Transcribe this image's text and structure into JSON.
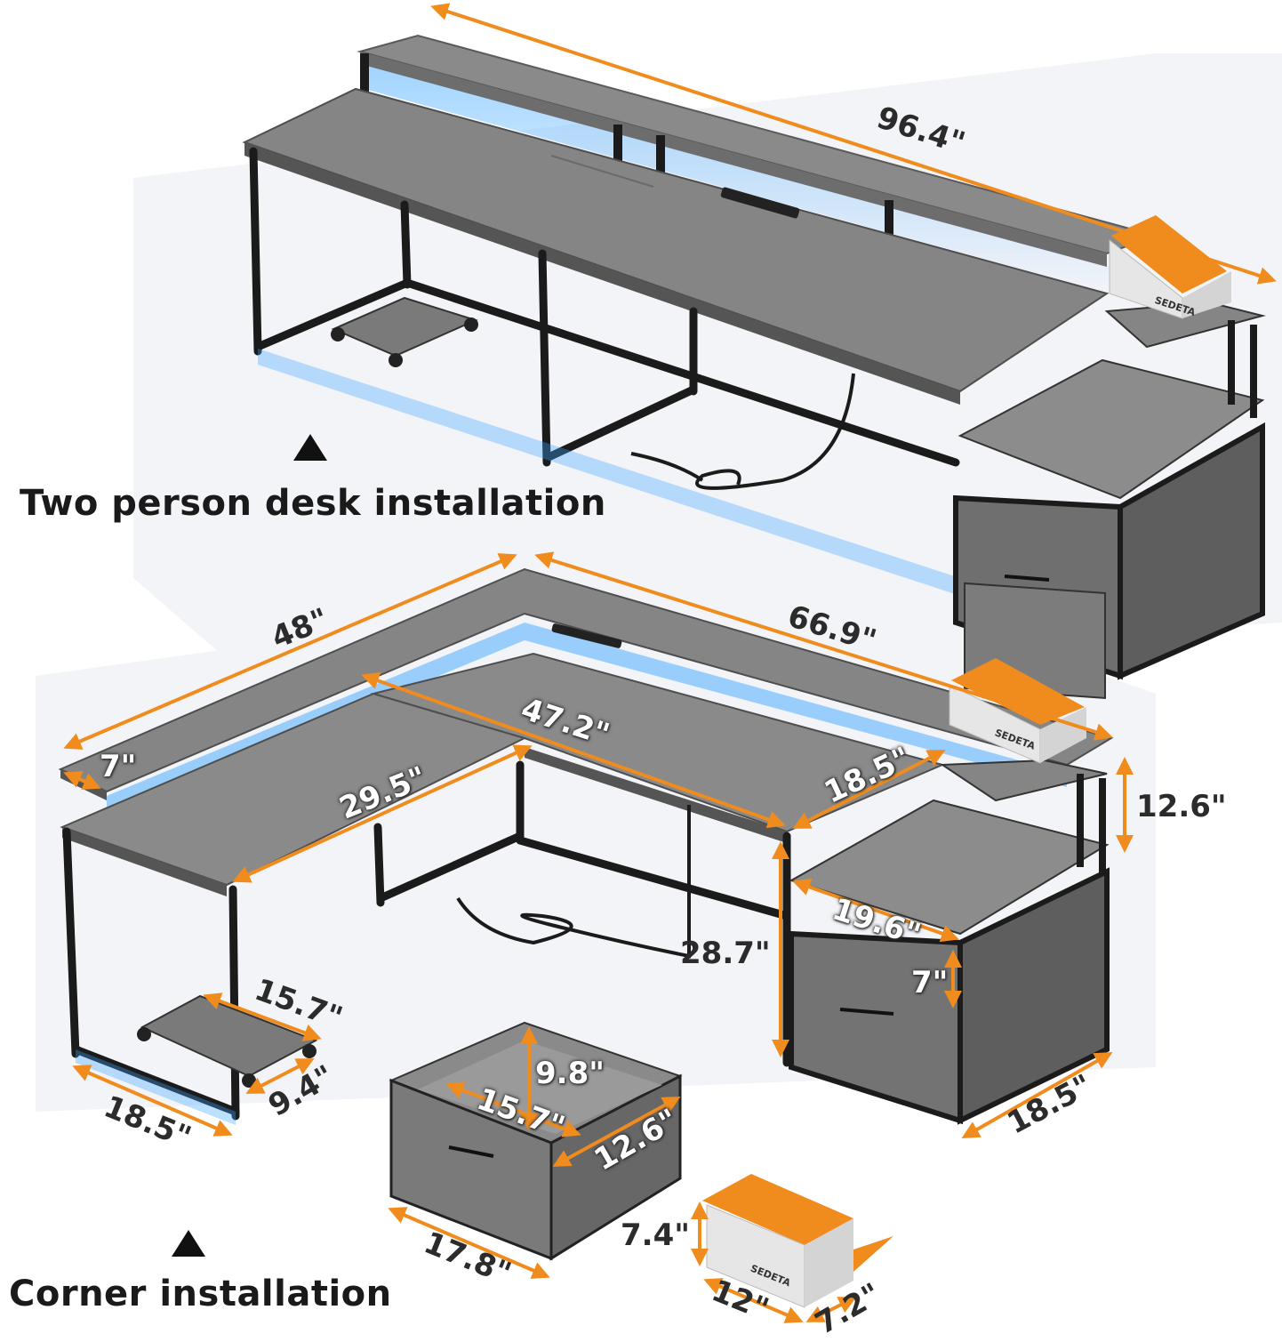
{
  "colors": {
    "accent_orange": "#f08c1e",
    "desk_gray": "#7d7d7d",
    "led_blue": "#3fa7ff",
    "frame_black": "#1b1b1b"
  },
  "captions": {
    "top": "Two person desk installation",
    "bottom": "Corner installation"
  },
  "brand": "SEDETA",
  "icons": {
    "caption_marker": "triangle-up-icon",
    "dimension_arrow": "double-arrow-icon"
  },
  "dimensions": {
    "top_length": "96.4\"",
    "l_side": "48\"",
    "main_length": "66.9\"",
    "shelf_depth": "7\"",
    "inner_length": "47.2\"",
    "desk_depth": "29.5\"",
    "cabinet_top": "18.5\"",
    "riser_height": "12.6\"",
    "cabinet_depth": "19.6\"",
    "desk_height": "28.7\"",
    "drawer_front": "7\"",
    "stand_length": "15.7\"",
    "stand_width": "9.4\"",
    "leg_width": "18.5\"",
    "cabinet_width": "18.5\"",
    "drawer_height": "9.8\"",
    "drawer_inner_length": "15.7\"",
    "drawer_inner_width": "12.6\"",
    "drawer_outer": "17.8\"",
    "box_height": "7.4\"",
    "box_length": "12\"",
    "box_width": "7.2\""
  }
}
